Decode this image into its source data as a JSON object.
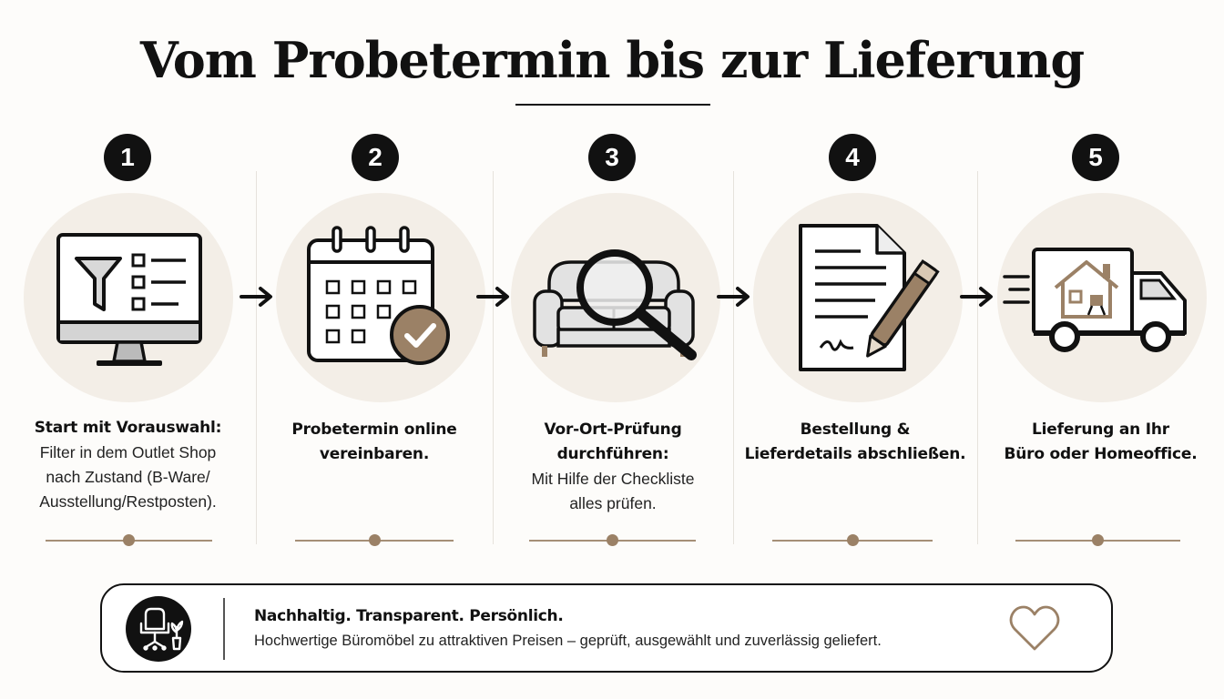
{
  "title": "Vom Probetermin bis zur Lieferung",
  "steps": [
    {
      "number": "1",
      "bold": "Start mit Vorauswahl:",
      "lines": [
        "Filter in dem Outlet Shop",
        "nach Zustand (B-Ware/",
        "Ausstellung/Restposten)."
      ],
      "icon": "monitor-filter-icon"
    },
    {
      "number": "2",
      "bold_lines": [
        "Probetermin online",
        "vereinbaren."
      ],
      "icon": "calendar-check-icon"
    },
    {
      "number": "3",
      "bold_lines": [
        "Vor-Ort-Prüfung",
        "durchführen:"
      ],
      "lines": [
        "Mit Hilfe der Checkliste",
        "alles prüfen."
      ],
      "icon": "sofa-magnifier-icon"
    },
    {
      "number": "4",
      "bold_lines": [
        "Bestellung &",
        "Lieferdetails abschließen."
      ],
      "icon": "document-pen-icon"
    },
    {
      "number": "5",
      "bold_lines": [
        "Lieferung an Ihr",
        "Büro oder Homeoffice."
      ],
      "icon": "delivery-truck-icon"
    }
  ],
  "banner": {
    "title": "Nachhaltig. Transparent. Persönlich.",
    "subtitle": "Hochwertige Büromöbel zu attraktiven Preisen – geprüft, ausgewählt und zuverlässig geliefert.",
    "icon": "office-chair-plant-icon",
    "end_icon": "heart-icon"
  },
  "colors": {
    "accent": "#9b8166",
    "circle": "#f3eee7",
    "ink": "#111111"
  }
}
